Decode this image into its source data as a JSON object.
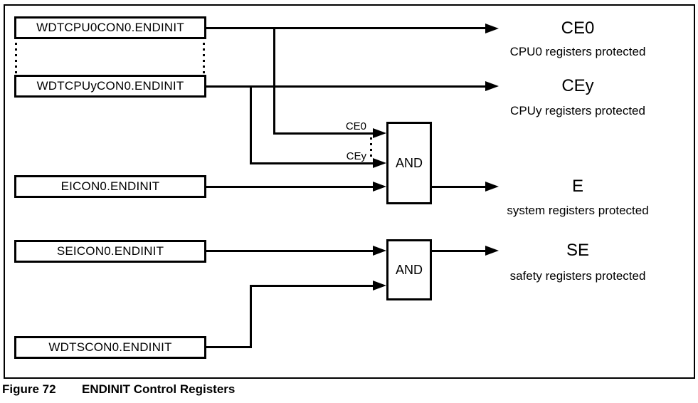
{
  "figure": {
    "caption_label": "Figure 72",
    "caption_title": "ENDINIT Control Registers"
  },
  "diagram": {
    "registers": [
      {
        "label": "WDTCPU0CON0.ENDINIT"
      },
      {
        "label": "WDTCPUyCON0.ENDINIT"
      },
      {
        "label": "EICON0.ENDINIT"
      },
      {
        "label": "SEICON0.ENDINIT"
      },
      {
        "label": "WDTSCON0.ENDINIT"
      }
    ],
    "gates": [
      {
        "label": "AND"
      },
      {
        "label": "AND"
      }
    ],
    "wire_labels": {
      "ce0": "CE0",
      "cey": "CEy"
    },
    "outputs": [
      {
        "signal": "CE0",
        "description": "CPU0 registers protected"
      },
      {
        "signal": "CEy",
        "description": "CPUy registers protected"
      },
      {
        "signal": "E",
        "description": "system registers protected"
      },
      {
        "signal": "SE",
        "description": "safety registers protected"
      }
    ],
    "colors": {
      "line": "#000000",
      "background": "#ffffff"
    }
  }
}
